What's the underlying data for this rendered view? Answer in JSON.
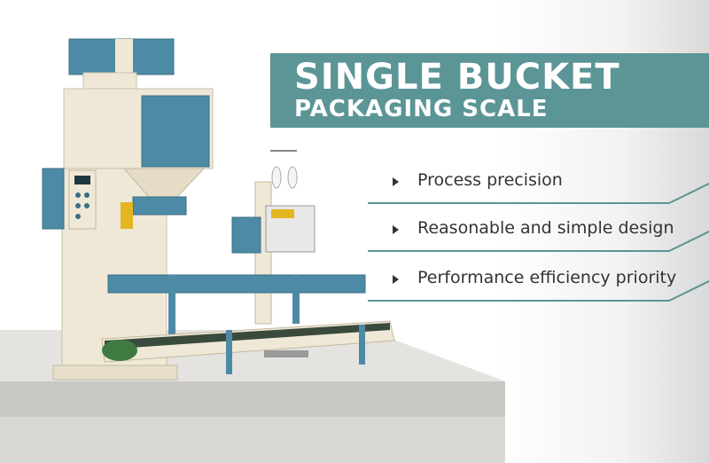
{
  "title": {
    "line1": "SINGLE BUCKET",
    "line2": "PACKAGING SCALE"
  },
  "features": [
    "Process precision",
    "Reasonable and simple design",
    "Performance efficiency priority"
  ],
  "colors": {
    "accent": "#5b9596",
    "machine_blue": "#4d8aa6",
    "machine_cream": "#efe8d6"
  }
}
